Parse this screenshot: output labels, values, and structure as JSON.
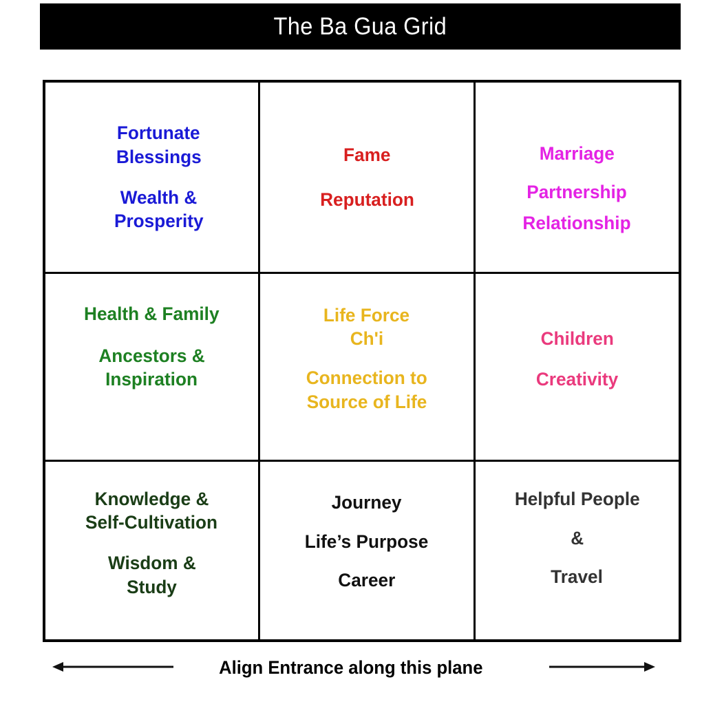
{
  "title": {
    "text": "The Ba Gua Grid",
    "background": "#000000",
    "color": "#ffffff"
  },
  "grid": {
    "rows": 3,
    "columns": 3,
    "border_color": "#000000",
    "background": "#ffffff",
    "cells": [
      {
        "position": "top-left",
        "color": "#1a1ad6",
        "groups": [
          [
            "Fortunate",
            "Blessings"
          ],
          [
            "Wealth &",
            "Prosperity"
          ]
        ]
      },
      {
        "position": "top-center",
        "color": "#d81f1f",
        "groups": [
          [
            "Fame"
          ],
          [
            "Reputation"
          ]
        ]
      },
      {
        "position": "top-right",
        "color": "#e423e4",
        "groups": [
          [
            "Marriage"
          ],
          [
            "Partnership",
            "Relationship"
          ]
        ]
      },
      {
        "position": "middle-left",
        "color": "#1d8022",
        "groups": [
          [
            "Health & Family"
          ],
          [
            "Ancestors &",
            "Inspiration"
          ]
        ]
      },
      {
        "position": "middle-center",
        "color": "#e8b51e",
        "groups": [
          [
            "Life Force",
            "Ch'i"
          ],
          [
            "Connection to",
            "Source of Life"
          ]
        ]
      },
      {
        "position": "middle-right",
        "color": "#ea3a7d",
        "groups": [
          [
            "Children"
          ],
          [
            "Creativity"
          ]
        ]
      },
      {
        "position": "bottom-left",
        "color": "#1a3d16",
        "groups": [
          [
            "Knowledge &",
            "Self-Cultivation"
          ],
          [
            "Wisdom &",
            "Study"
          ]
        ]
      },
      {
        "position": "bottom-center",
        "color": "#111111",
        "groups": [
          [
            "Journey"
          ],
          [
            "Life’s Purpose",
            "Career"
          ]
        ]
      },
      {
        "position": "bottom-right",
        "color": "#333333",
        "groups": [
          [
            "Helpful People"
          ],
          [
            "&",
            "Travel"
          ]
        ]
      }
    ]
  },
  "footer": {
    "caption": "Align Entrance along this plane",
    "arrow_left": "left-arrow-icon",
    "arrow_right": "right-arrow-icon",
    "arrow_color": "#111111"
  }
}
